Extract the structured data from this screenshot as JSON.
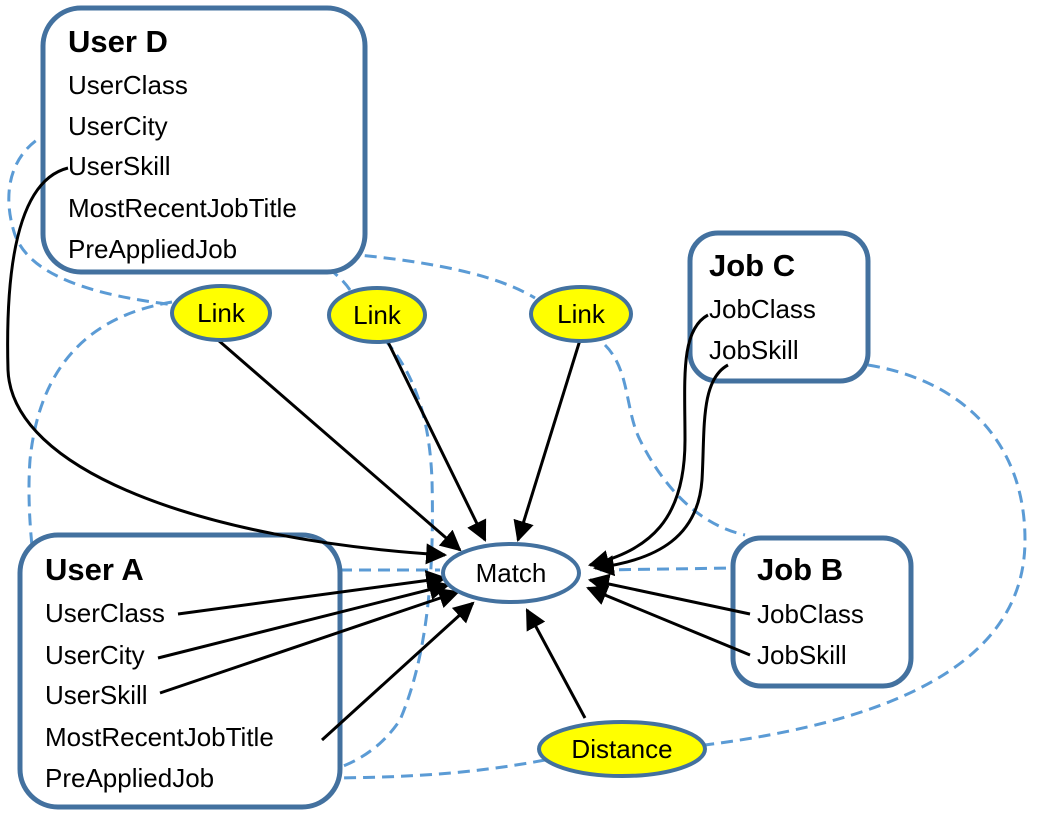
{
  "colors": {
    "box_stroke": "#43719f",
    "dashed_edge": "#5b9bd5",
    "link_fill": "#ffff00",
    "arrow": "#000000"
  },
  "user_d": {
    "title": "User D",
    "attrs": [
      "UserClass",
      "UserCity",
      "UserSkill",
      "MostRecentJobTitle",
      "PreAppliedJob"
    ]
  },
  "user_a": {
    "title": "User A",
    "attrs": [
      "UserClass",
      "UserCity",
      "UserSkill",
      "MostRecentJobTitle",
      "PreAppliedJob"
    ]
  },
  "job_c": {
    "title": "Job C",
    "attrs": [
      "JobClass",
      "JobSkill"
    ]
  },
  "job_b": {
    "title": "Job B",
    "attrs": [
      "JobClass",
      "JobSkill"
    ]
  },
  "nodes": {
    "link_1": "Link",
    "link_2": "Link",
    "link_3": "Link",
    "match": "Match",
    "distance": "Distance"
  }
}
